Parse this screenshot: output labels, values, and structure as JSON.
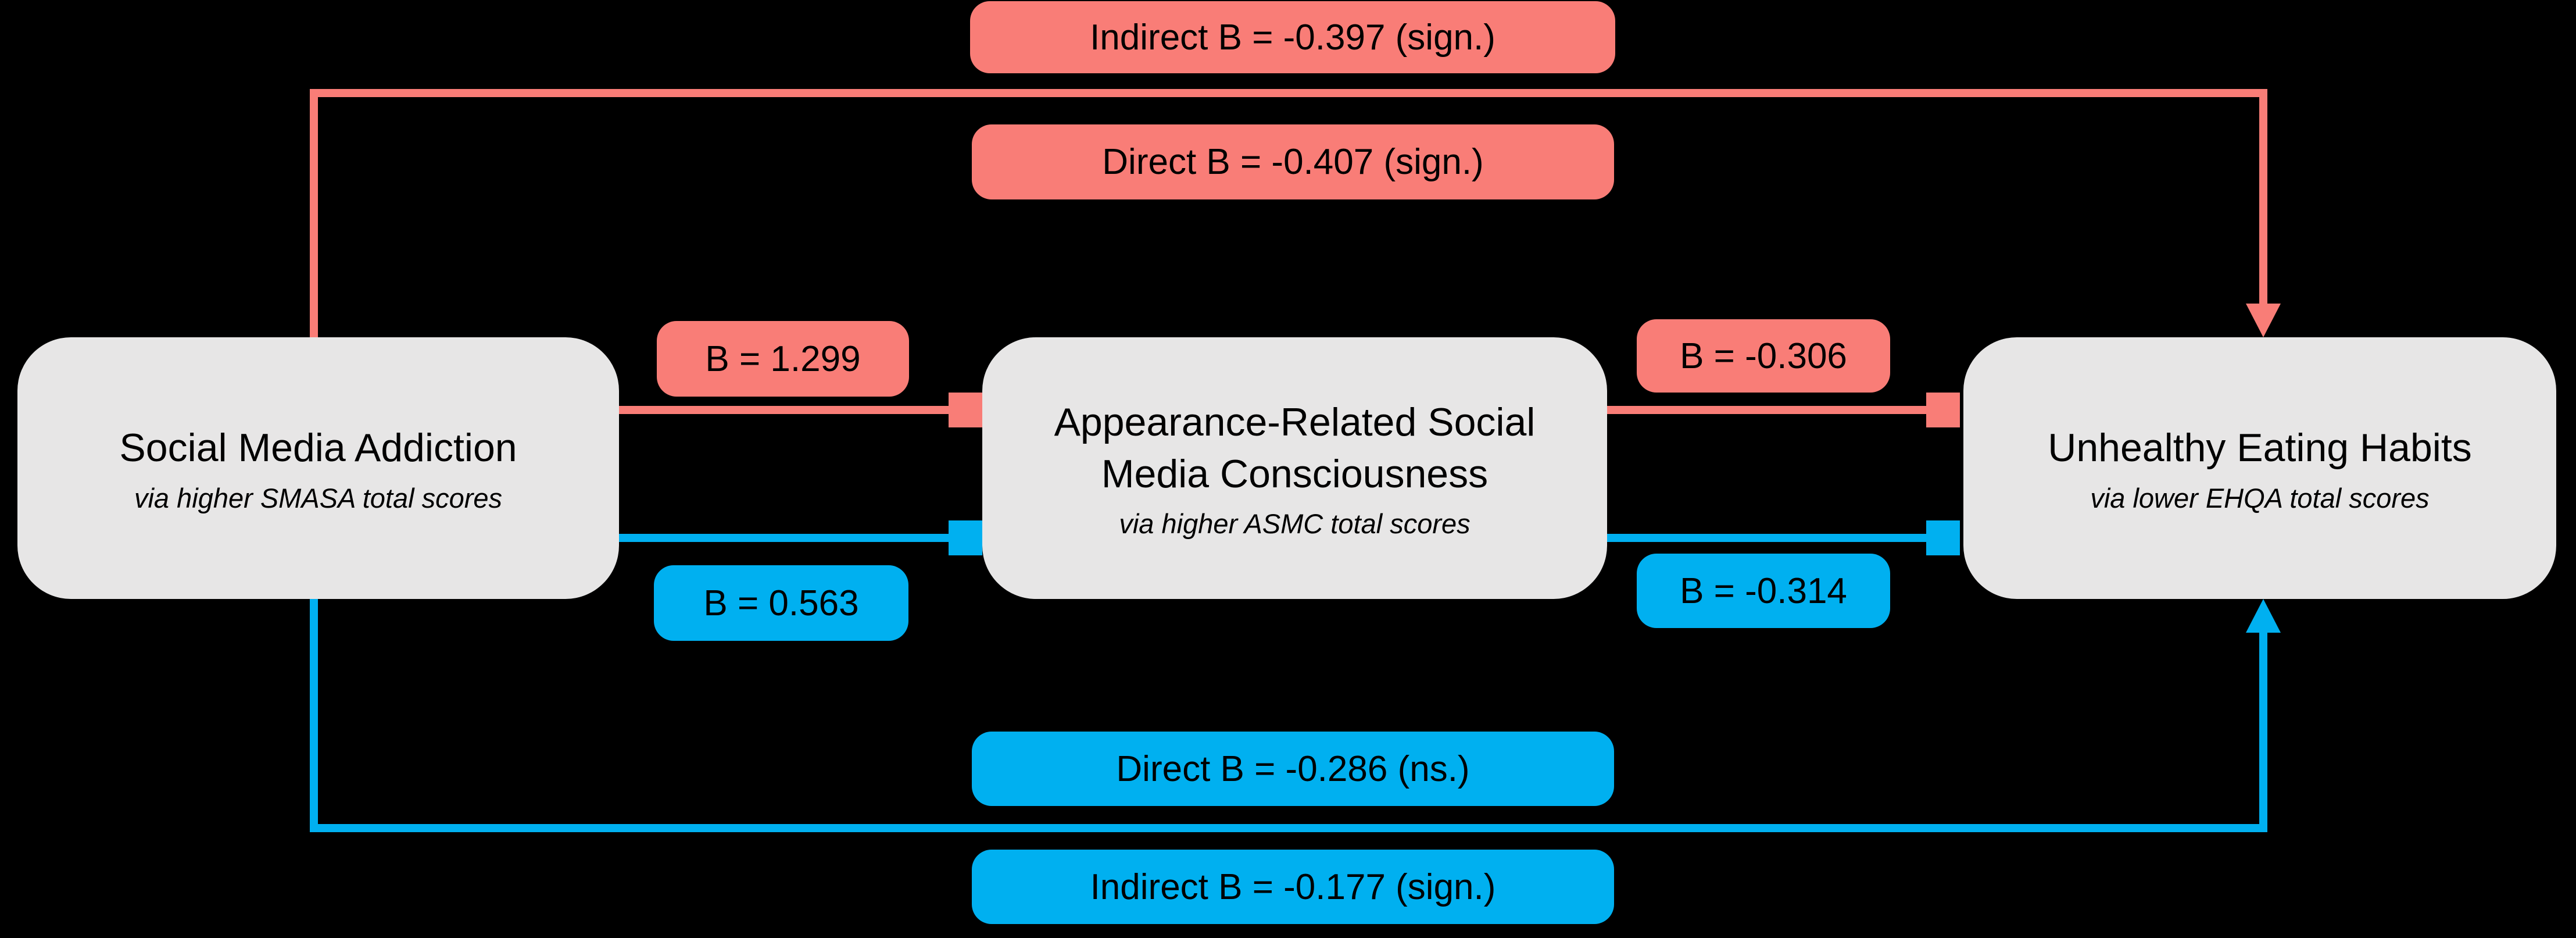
{
  "colors": {
    "red": "#F97D77",
    "blue": "#00B0F0",
    "node_fill": "#E7E6E6",
    "background": "#000000",
    "text": "#000000"
  },
  "nodes": [
    {
      "id": "predictor",
      "title": "Social Media Addiction",
      "subtitle": "via higher SMASA total scores"
    },
    {
      "id": "mediator",
      "title": "Appearance-Related Social Media Consciousness",
      "subtitle": "via higher ASMC total scores"
    },
    {
      "id": "outcome",
      "title": "Unhealthy Eating Habits",
      "subtitle": "via lower EHQA total scores"
    }
  ],
  "paths": {
    "red": {
      "top_indirect_label": "Indirect B = -0.397 (sign.)",
      "top_direct_label": "Direct B = -0.407 (sign.)",
      "a_label": "B = 1.299",
      "b_label": "B = -0.306"
    },
    "blue": {
      "a_label": "B = 0.563",
      "b_label": "B = -0.314",
      "bottom_direct_label": "Direct B = -0.286 (ns.)",
      "bottom_indirect_label": "Indirect B = -0.177 (sign.)"
    }
  }
}
